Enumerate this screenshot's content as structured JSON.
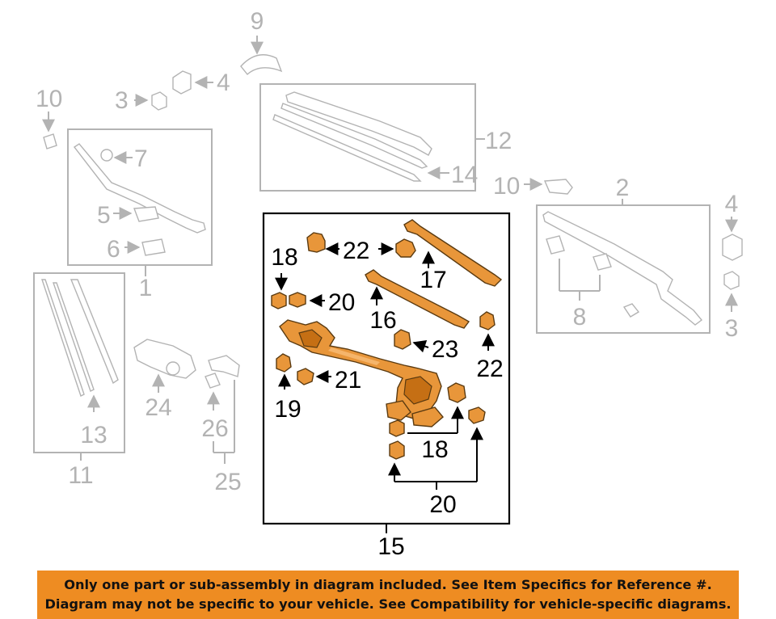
{
  "diagram": {
    "callouts": {
      "c9": "9",
      "c10a": "10",
      "c3a": "3",
      "c4a": "4",
      "c7": "7",
      "c5": "5",
      "c6": "6",
      "c1": "1",
      "c12": "12",
      "c14": "14",
      "c10b": "10",
      "c2": "2",
      "c4b": "4",
      "c8": "8",
      "c3b": "3",
      "c13": "13",
      "c11": "11",
      "c24": "24",
      "c26": "26",
      "c25": "25",
      "c18a": "18",
      "c22a": "22",
      "c17": "17",
      "c20a": "20",
      "c16": "16",
      "c23": "23",
      "c22b": "22",
      "c21": "21",
      "c19": "19",
      "c18b": "18",
      "c20b": "20",
      "c15": "15"
    },
    "highlight_color": "#e8963a",
    "ghost_color": "#b3b3b3"
  },
  "notice": {
    "line1": "Only one part or sub-assembly in diagram included. See Item Specifics for Reference #.",
    "line2": "Diagram may not be specific to your vehicle. See Compatibility for vehicle-specific diagrams.",
    "background": "#ee8c22"
  }
}
